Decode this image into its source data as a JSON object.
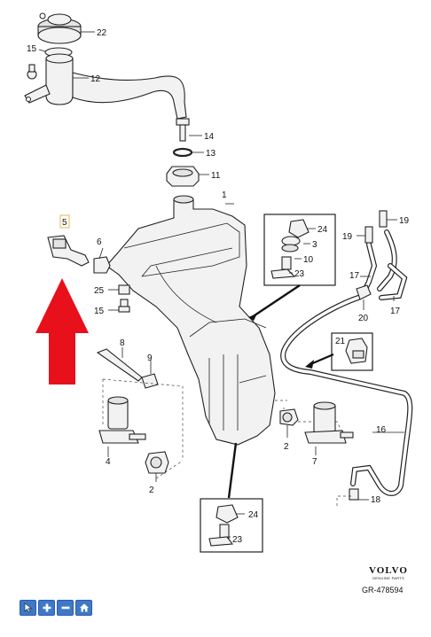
{
  "diagram": {
    "callouts": [
      "22",
      "15",
      "12",
      "14",
      "13",
      "11",
      "1",
      "5",
      "6",
      "25",
      "15",
      "24",
      "3",
      "10",
      "23",
      "19",
      "19",
      "17",
      "17",
      "20",
      "8",
      "9",
      "21",
      "2",
      "7",
      "4",
      "2",
      "16",
      "18",
      "24",
      "23"
    ],
    "highlighted_callout": "5"
  },
  "branding": {
    "brand_name": "VOLVO",
    "brand_subtitle": "GENUINE PARTS",
    "reference": "GR-478594"
  },
  "toolbar": {
    "buttons": [
      {
        "name": "pointer-tool",
        "icon": "cursor-icon"
      },
      {
        "name": "zoom-in",
        "icon": "plus-icon"
      },
      {
        "name": "zoom-out",
        "icon": "minus-icon"
      },
      {
        "name": "home",
        "icon": "home-icon"
      }
    ]
  },
  "colors": {
    "arrow": "#e8101a",
    "toolbar_button": "#3f78c8",
    "highlight_box": "#e0b84a",
    "line": "#222222"
  }
}
